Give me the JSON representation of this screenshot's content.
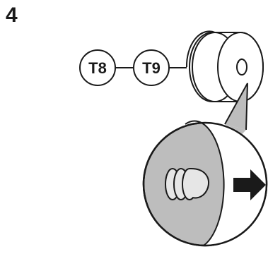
{
  "step": {
    "number": "4"
  },
  "parts": [
    {
      "label": "T8"
    },
    {
      "label": "T9"
    }
  ],
  "icons": {
    "roll": "toilet-paper-roll-icon",
    "detail": "magnifier-detail-circle",
    "arrow": "right-arrow-icon"
  },
  "colors": {
    "line": "#1a1a1a",
    "fill_gray": "#bdbdbd",
    "fill_light": "#e6e6e6",
    "background": "#ffffff"
  }
}
